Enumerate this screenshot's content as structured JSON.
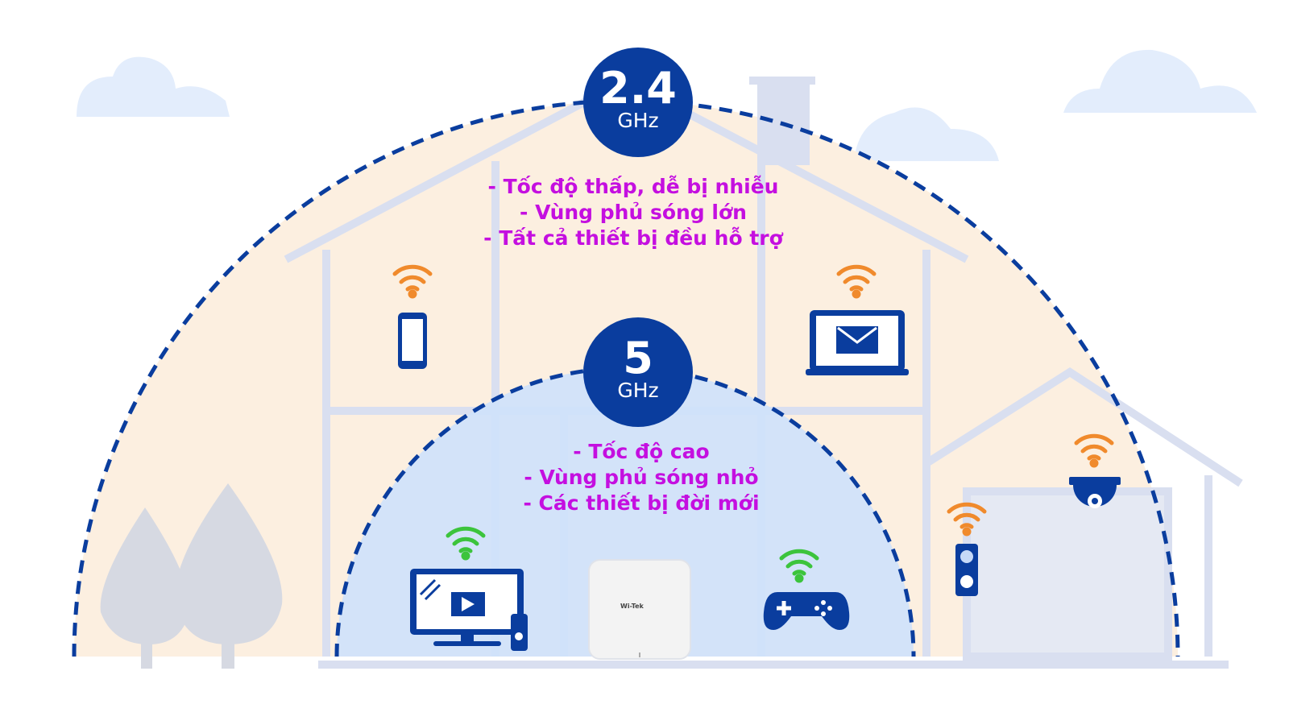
{
  "bands": [
    {
      "frequency": "2.4",
      "unit": "GHz",
      "features": [
        "- Tốc độ thấp, dễ bị nhiễu",
        "- Vùng phủ sóng lớn",
        "- Tất cả thiết bị đều hỗ trợ"
      ],
      "feature_color": "#c40fe0",
      "coverage": "large"
    },
    {
      "frequency": "5",
      "unit": "GHz",
      "features": [
        "- Tốc độ cao",
        "- Vùng phủ sóng nhỏ",
        "- Các thiết bị đời mới"
      ],
      "feature_color": "#c40fe0",
      "coverage": "small"
    }
  ],
  "access_point": {
    "brand": "Wi-Tek"
  },
  "devices_24": [
    "smartphone-icon",
    "laptop-email-icon",
    "doorbell-icon",
    "security-camera-icon"
  ],
  "devices_5": [
    "smart-tv-icon",
    "gamepad-icon"
  ],
  "colors": {
    "badge": "#0a3d9e",
    "arc": "#0a3d9e",
    "wifi_24": "#f08a2c",
    "wifi_5": "#3cc43c",
    "outer_zone": "#fcefe0",
    "inner_zone": "#cfe2fb"
  }
}
